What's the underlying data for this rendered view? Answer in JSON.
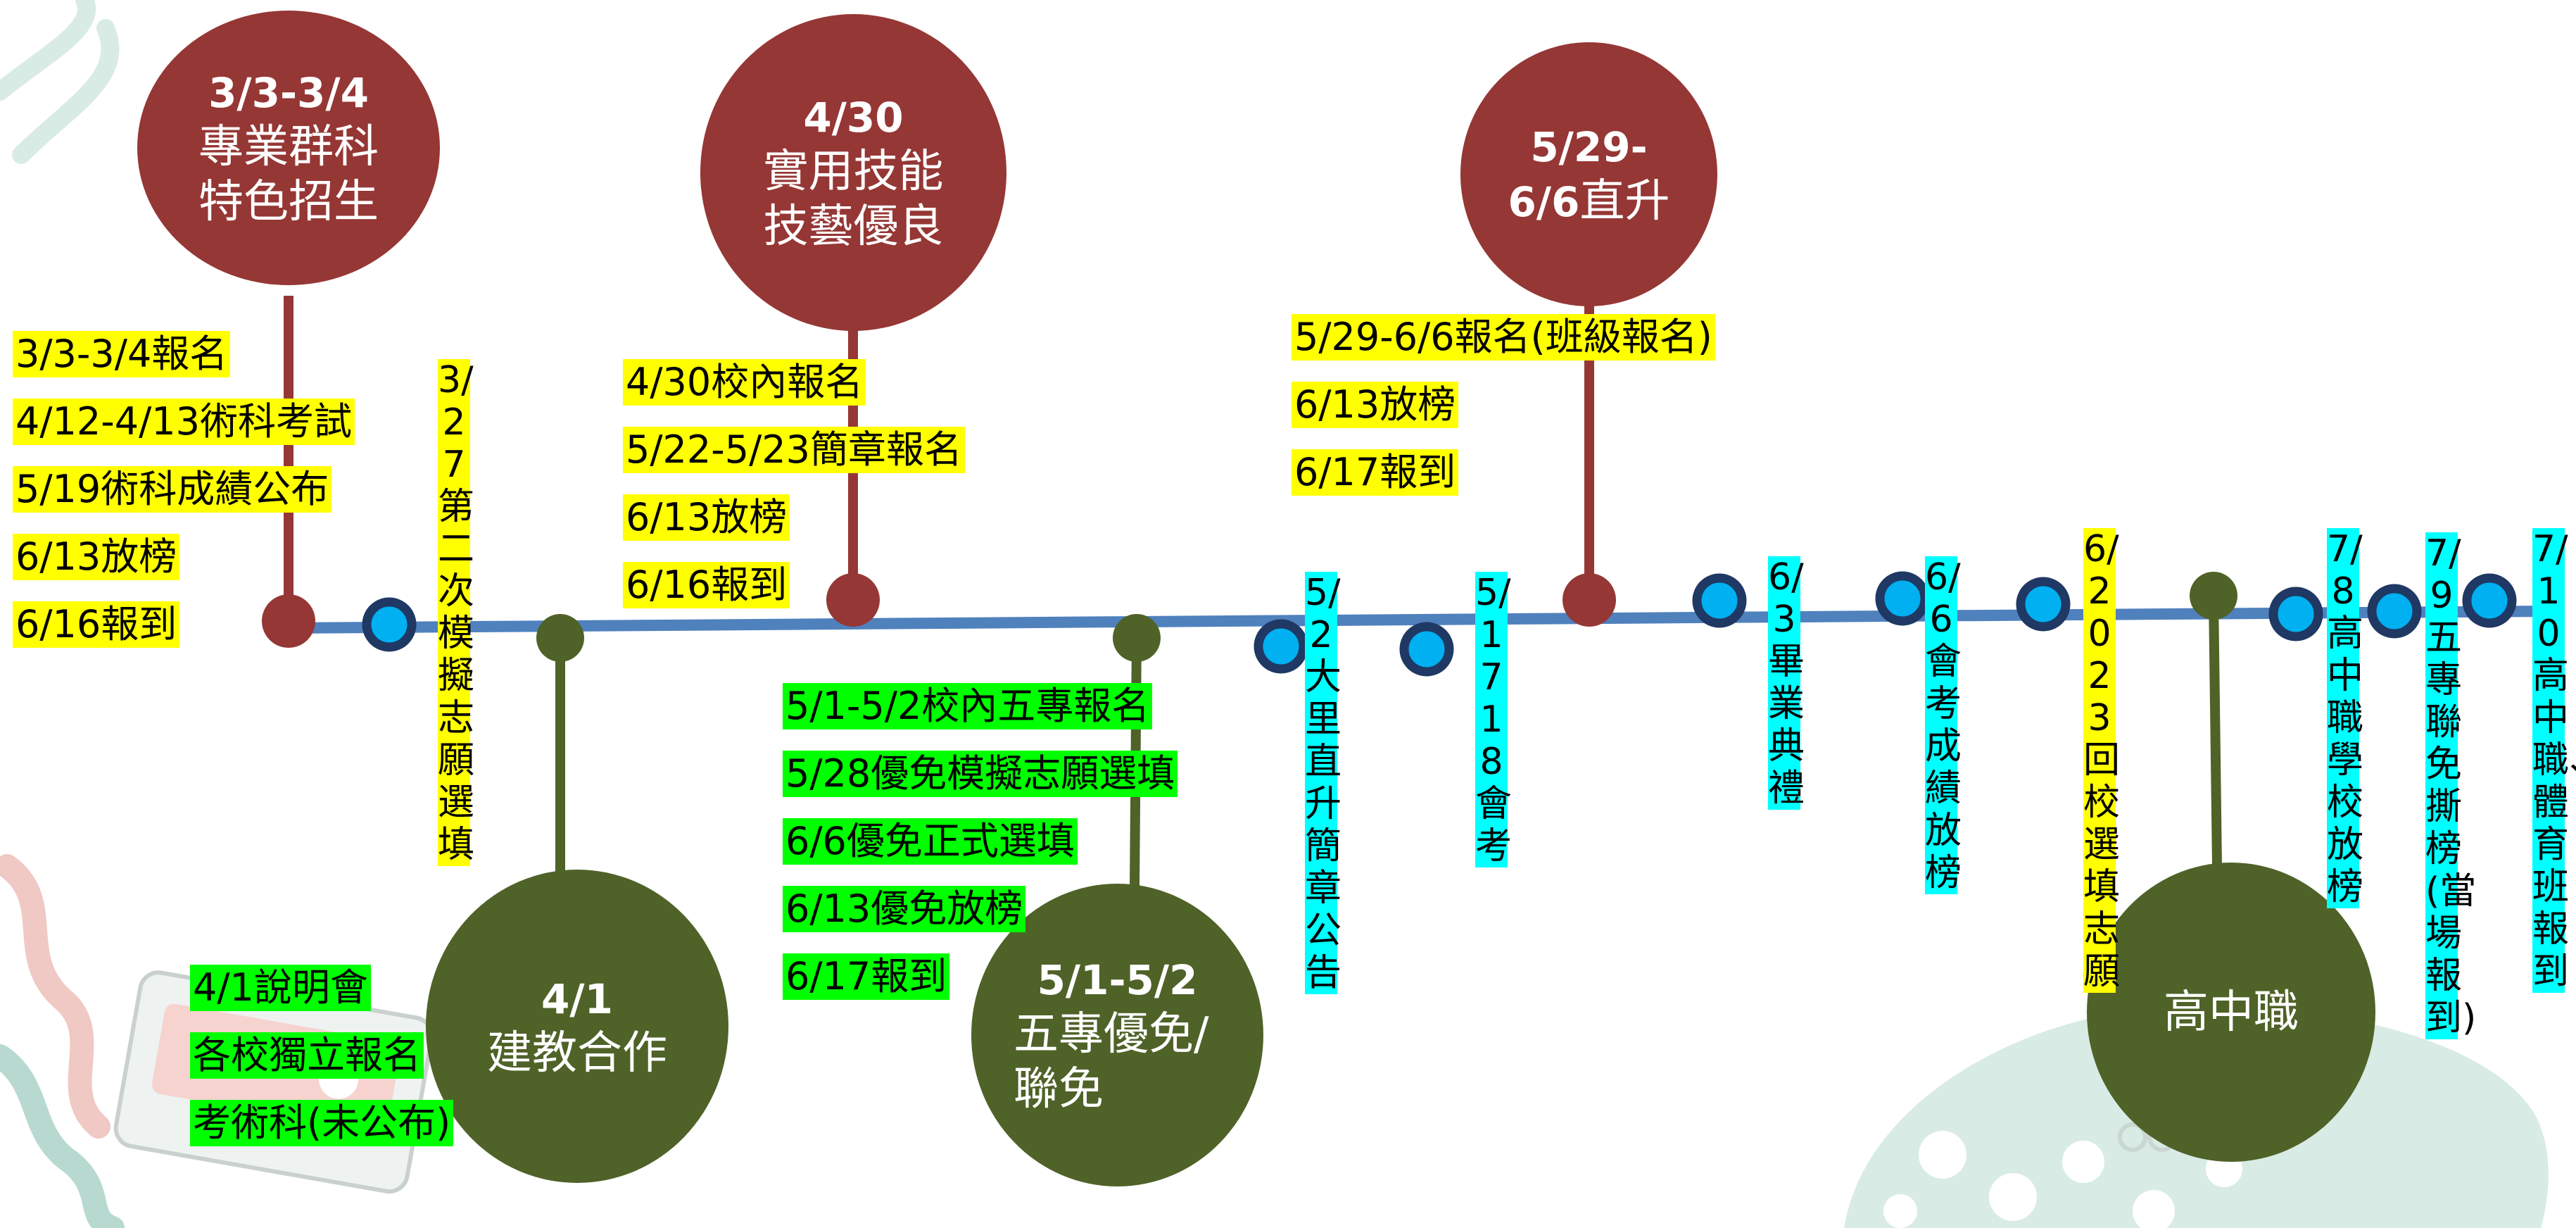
{
  "colors": {
    "line": "#4f81bd",
    "red_circle": "#953735",
    "green_circle": "#4f6228",
    "marker_fill": "#00b0f0",
    "marker_ring": "#1f3864",
    "highlight_yellow": "#ffff00",
    "highlight_green": "#00ff00",
    "highlight_cyan": "#00ffff"
  },
  "circles": {
    "specialty": {
      "date": "3/3-3/4",
      "lines": [
        "專業群科",
        "特色招生"
      ]
    },
    "skills": {
      "date": "4/30",
      "lines": [
        "實用技能",
        "技藝優良"
      ]
    },
    "direct": {
      "date": "5/29-",
      "date2": "6/6",
      "line": "直升"
    },
    "coop": {
      "date": "4/1",
      "line": "建教合作"
    },
    "five": {
      "date": "5/1-5/2",
      "lines": [
        "五專優免/",
        "聯免"
      ]
    },
    "highschool": {
      "line": "高中職"
    }
  },
  "specialty_events": [
    "3/3-3/4報名",
    "4/12-4/13術科考試",
    "5/19術科成績公布",
    "6/13放榜",
    "6/16報到"
  ],
  "skills_events": [
    "4/30校內報名",
    "5/22-5/23簡章報名",
    "6/13放榜",
    "6/16報到"
  ],
  "direct_events": [
    "5/29-6/6報名(班級報名)",
    "6/13放榜",
    "6/17報到"
  ],
  "five_events": [
    "5/1-5/2校內五專報名",
    "5/28優免模擬志願選填",
    "6/6優免正式選填",
    "6/13優免放榜",
    "6/17報到"
  ],
  "coop_events": [
    "4/1說明會",
    "各校獨立報名",
    "考術科(未公布)"
  ],
  "milestones": {
    "m_0327": "3/27第二次模擬志願選填",
    "m_0502": "5/2大里直升簡章公告",
    "m_0517": "5/17 18會考",
    "m_0603": "6/3畢業典禮",
    "m_0606": "6/6會考成績放榜",
    "m_0620": "6/20 23回校選填志願",
    "m_0708": "7/8高中職學校放榜",
    "m_0709": "7/9五專聯免撕榜(當場報到)",
    "m_0710": "7/10高中職、體育班報到"
  }
}
